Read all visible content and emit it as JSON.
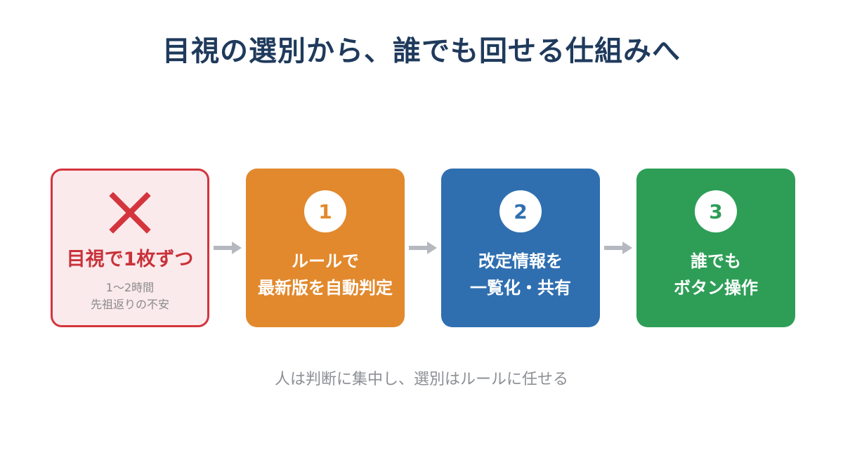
{
  "title": "目視の選別から、誰でも回せる仕組みへ",
  "before": {
    "icon": "cross-icon",
    "heading": "目視で1枚ずつ",
    "sub_line1": "1〜2時間",
    "sub_line2": "先祖返りの不安",
    "color": "#d4353d"
  },
  "steps": [
    {
      "number": "1",
      "line1": "ルールで",
      "line2": "最新版を自動判定",
      "color": "#e2892d"
    },
    {
      "number": "2",
      "line1": "改定情報を",
      "line2": "一覧化・共有",
      "color": "#2f6fb0"
    },
    {
      "number": "3",
      "line1": "誰でも",
      "line2": "ボタン操作",
      "color": "#2e9e57"
    }
  ],
  "caption": "人は判断に集中し、選別はルールに任せる"
}
